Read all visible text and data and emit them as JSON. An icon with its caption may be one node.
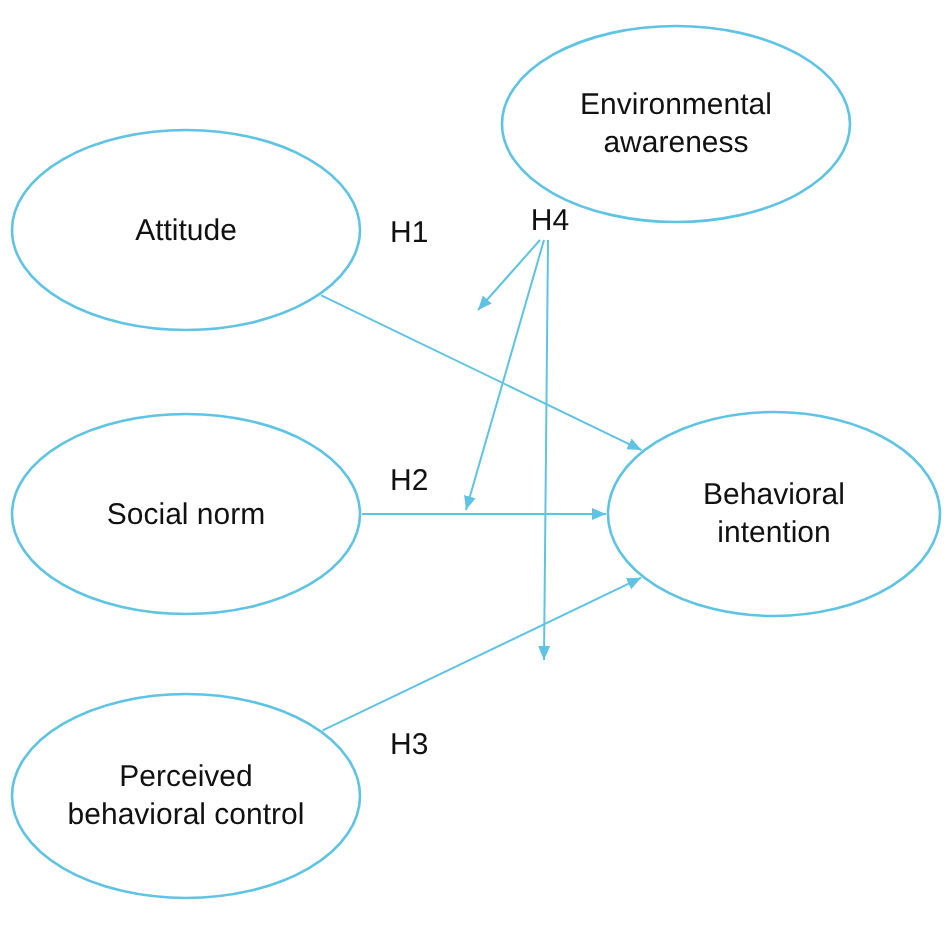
{
  "diagram": {
    "nodes": [
      {
        "text": [
          "Environmental awareness"
        ]
      },
      {
        "text": [
          "Attitude"
        ]
      },
      {
        "text": [
          "Social norm"
        ]
      },
      {
        "text": [
          "Behavioral intention"
        ]
      },
      {
        "text": [
          "Perceived behavioral control"
        ]
      },
      {
        "text": [
          "H4"
        ]
      }
    ],
    "edges": [
      {
        "from": 1,
        "to": 3,
        "arrow": "to",
        "label": "H1"
      },
      {
        "from": 2,
        "to": 3,
        "arrow": "to",
        "label": "H2"
      },
      {
        "from": 4,
        "to": 3,
        "arrow": "to",
        "label": "H3"
      },
      {
        "from": 5,
        "to": null,
        "arrow": "to"
      },
      {
        "from": 5,
        "to": null,
        "arrow": "to"
      },
      {
        "from": 5,
        "to": null,
        "arrow": "to"
      }
    ]
  }
}
